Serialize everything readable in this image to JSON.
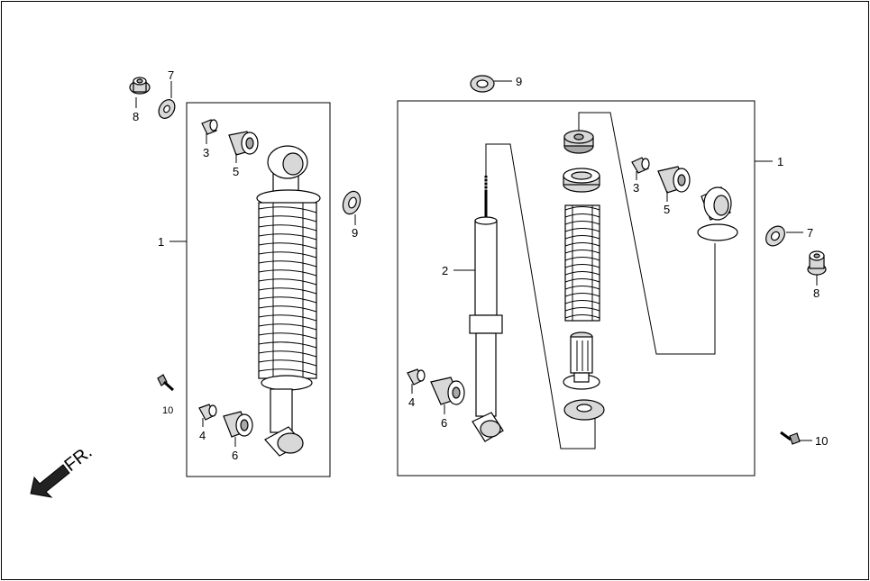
{
  "diagram": {
    "left_assembly": {
      "label": "1",
      "parts": [
        "7",
        "8",
        "3",
        "5",
        "9",
        "10",
        "4",
        "6"
      ]
    },
    "right_assembly": {
      "label": "1",
      "parts": [
        "9",
        "2",
        "3",
        "5",
        "7",
        "8",
        "4",
        "6",
        "10"
      ]
    },
    "direction_label": "FR."
  }
}
